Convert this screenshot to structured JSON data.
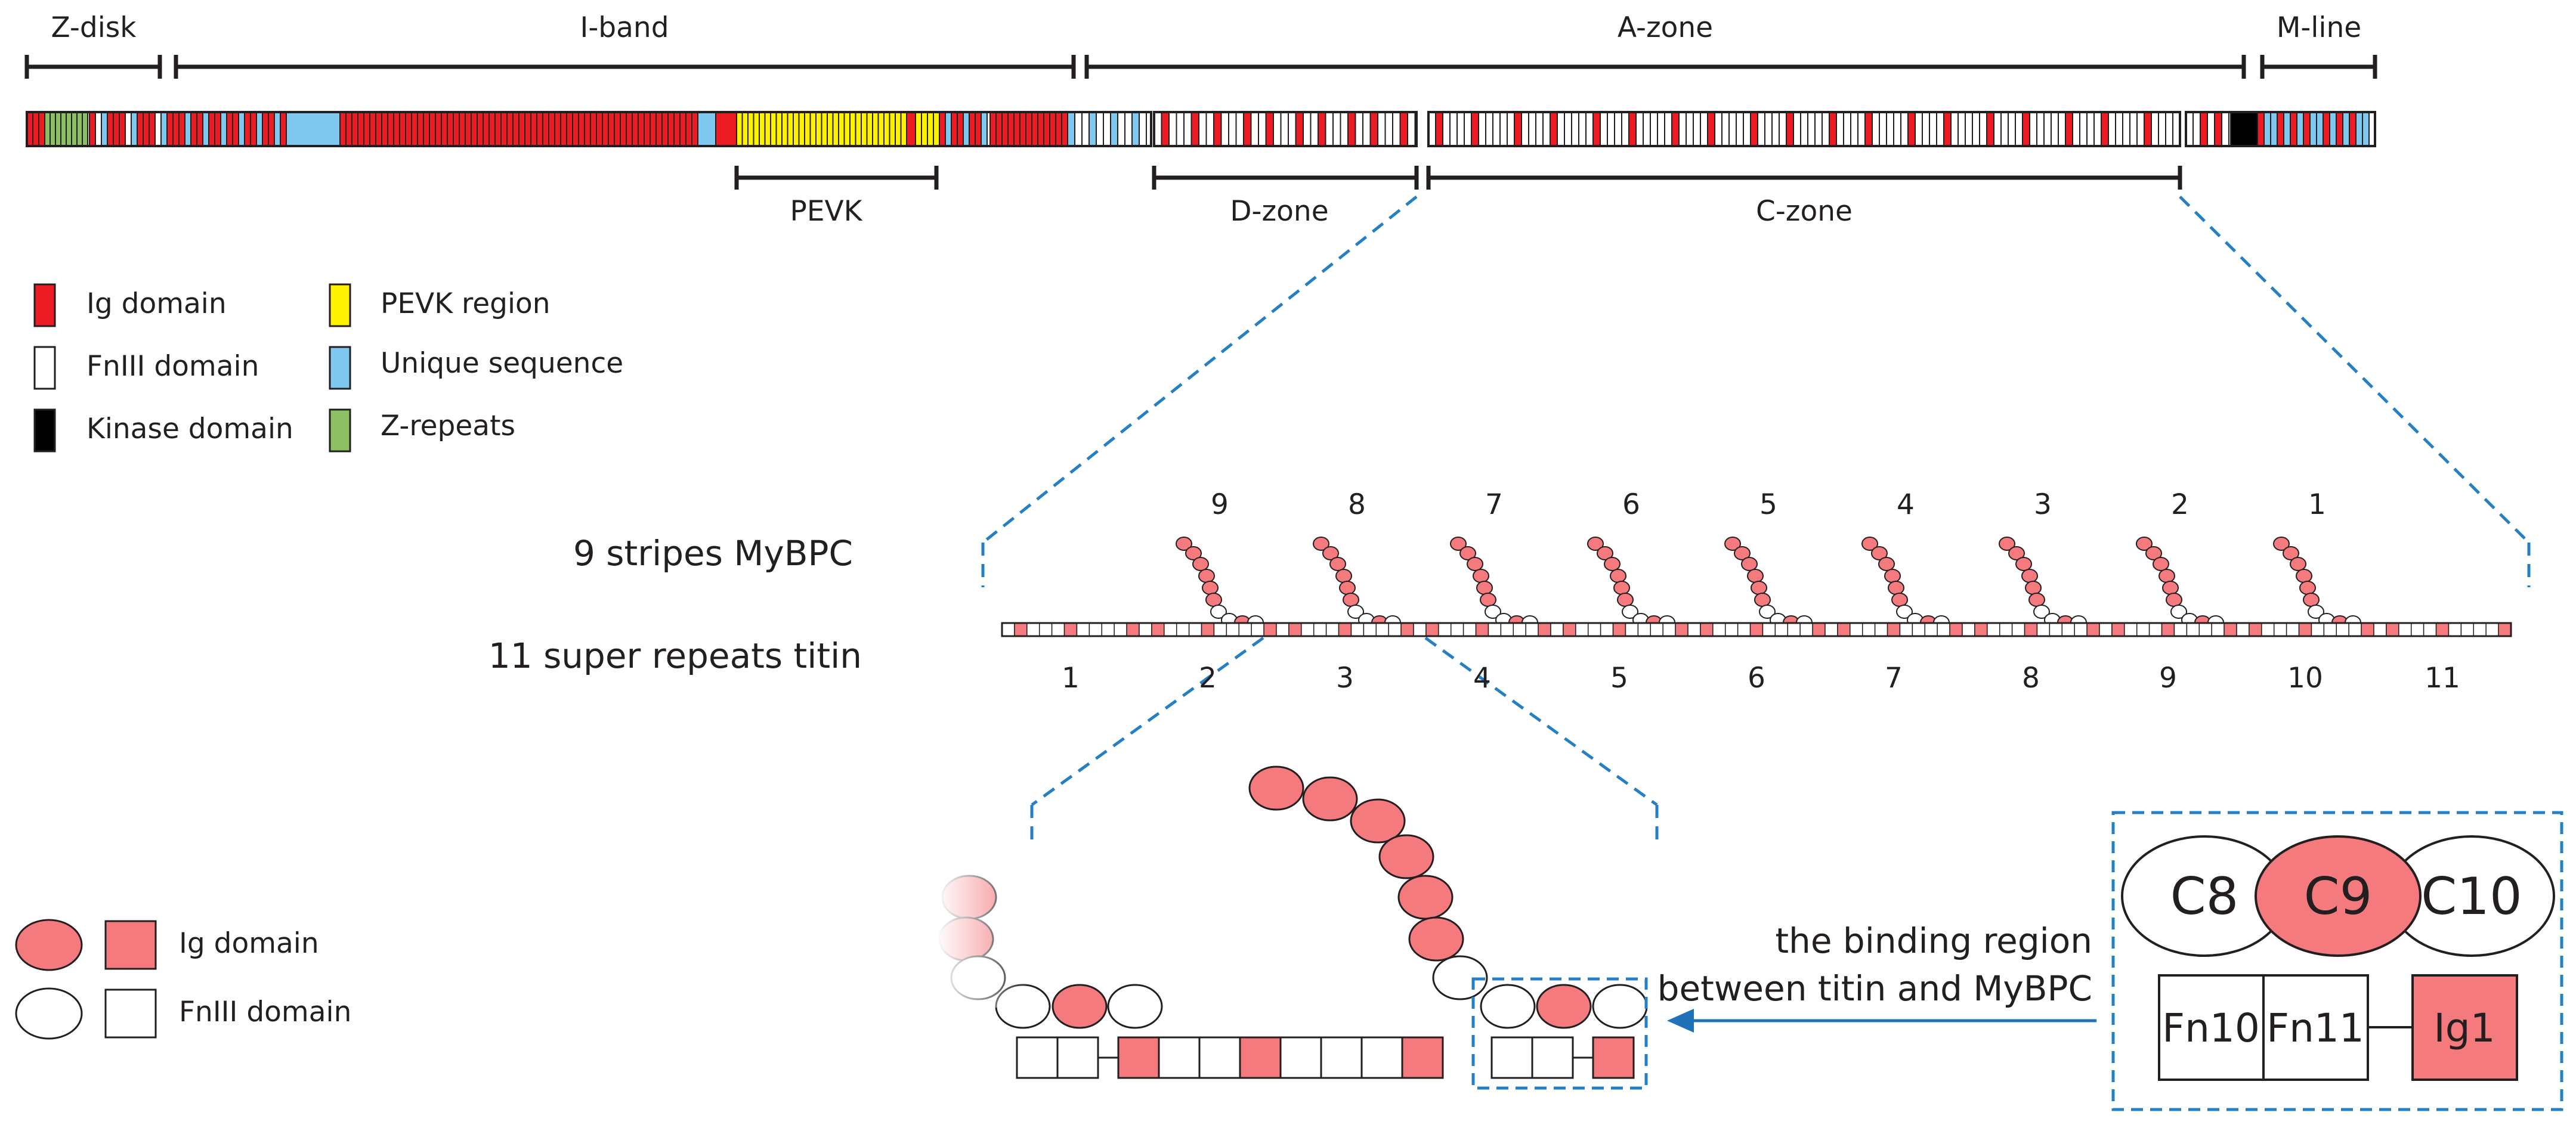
{
  "colors": {
    "ig": "#ed1c24",
    "fn": "#ffffff",
    "kinase": "#000000",
    "pevk": "#fff200",
    "unique": "#7fc8f0",
    "zrep": "#8dc063",
    "salmon": "#f47a7e",
    "dash": "#2580c3",
    "arrow": "#1e73b8"
  },
  "top_labels": {
    "z_disk": "Z-disk",
    "i_band": "I-band",
    "a_zone": "A-zone",
    "m_line": "M-line",
    "pevk": "PEVK",
    "d_zone": "D-zone",
    "c_zone": "C-zone"
  },
  "legend": [
    {
      "label": "Ig domain",
      "color": "ig"
    },
    {
      "label": "FnIII domain",
      "color": "fn"
    },
    {
      "label": "Kinase domain",
      "color": "kinase"
    },
    {
      "label": "PEVK region",
      "color": "pevk"
    },
    {
      "label": "Unique sequence",
      "color": "unique"
    },
    {
      "label": "Z-repeats",
      "color": "zrep"
    }
  ],
  "middle": {
    "mybpc_label": "9 stripes MyBPC",
    "titin_label": "11 super repeats titin",
    "stripe_numbers": [
      "9",
      "8",
      "7",
      "6",
      "5",
      "4",
      "3",
      "2",
      "1"
    ],
    "repeat_numbers": [
      "1",
      "2",
      "3",
      "4",
      "5",
      "6",
      "7",
      "8",
      "9",
      "10",
      "11"
    ]
  },
  "bottom_legend": {
    "ig": "Ig domain",
    "fn": "FnIII domain"
  },
  "binding": {
    "line1": "the binding region",
    "line2": "between titin and MyBPC",
    "c8": "C8",
    "c9": "C9",
    "c10": "C10",
    "fn10": "Fn10",
    "fn11": "Fn11",
    "ig1": "Ig1"
  }
}
